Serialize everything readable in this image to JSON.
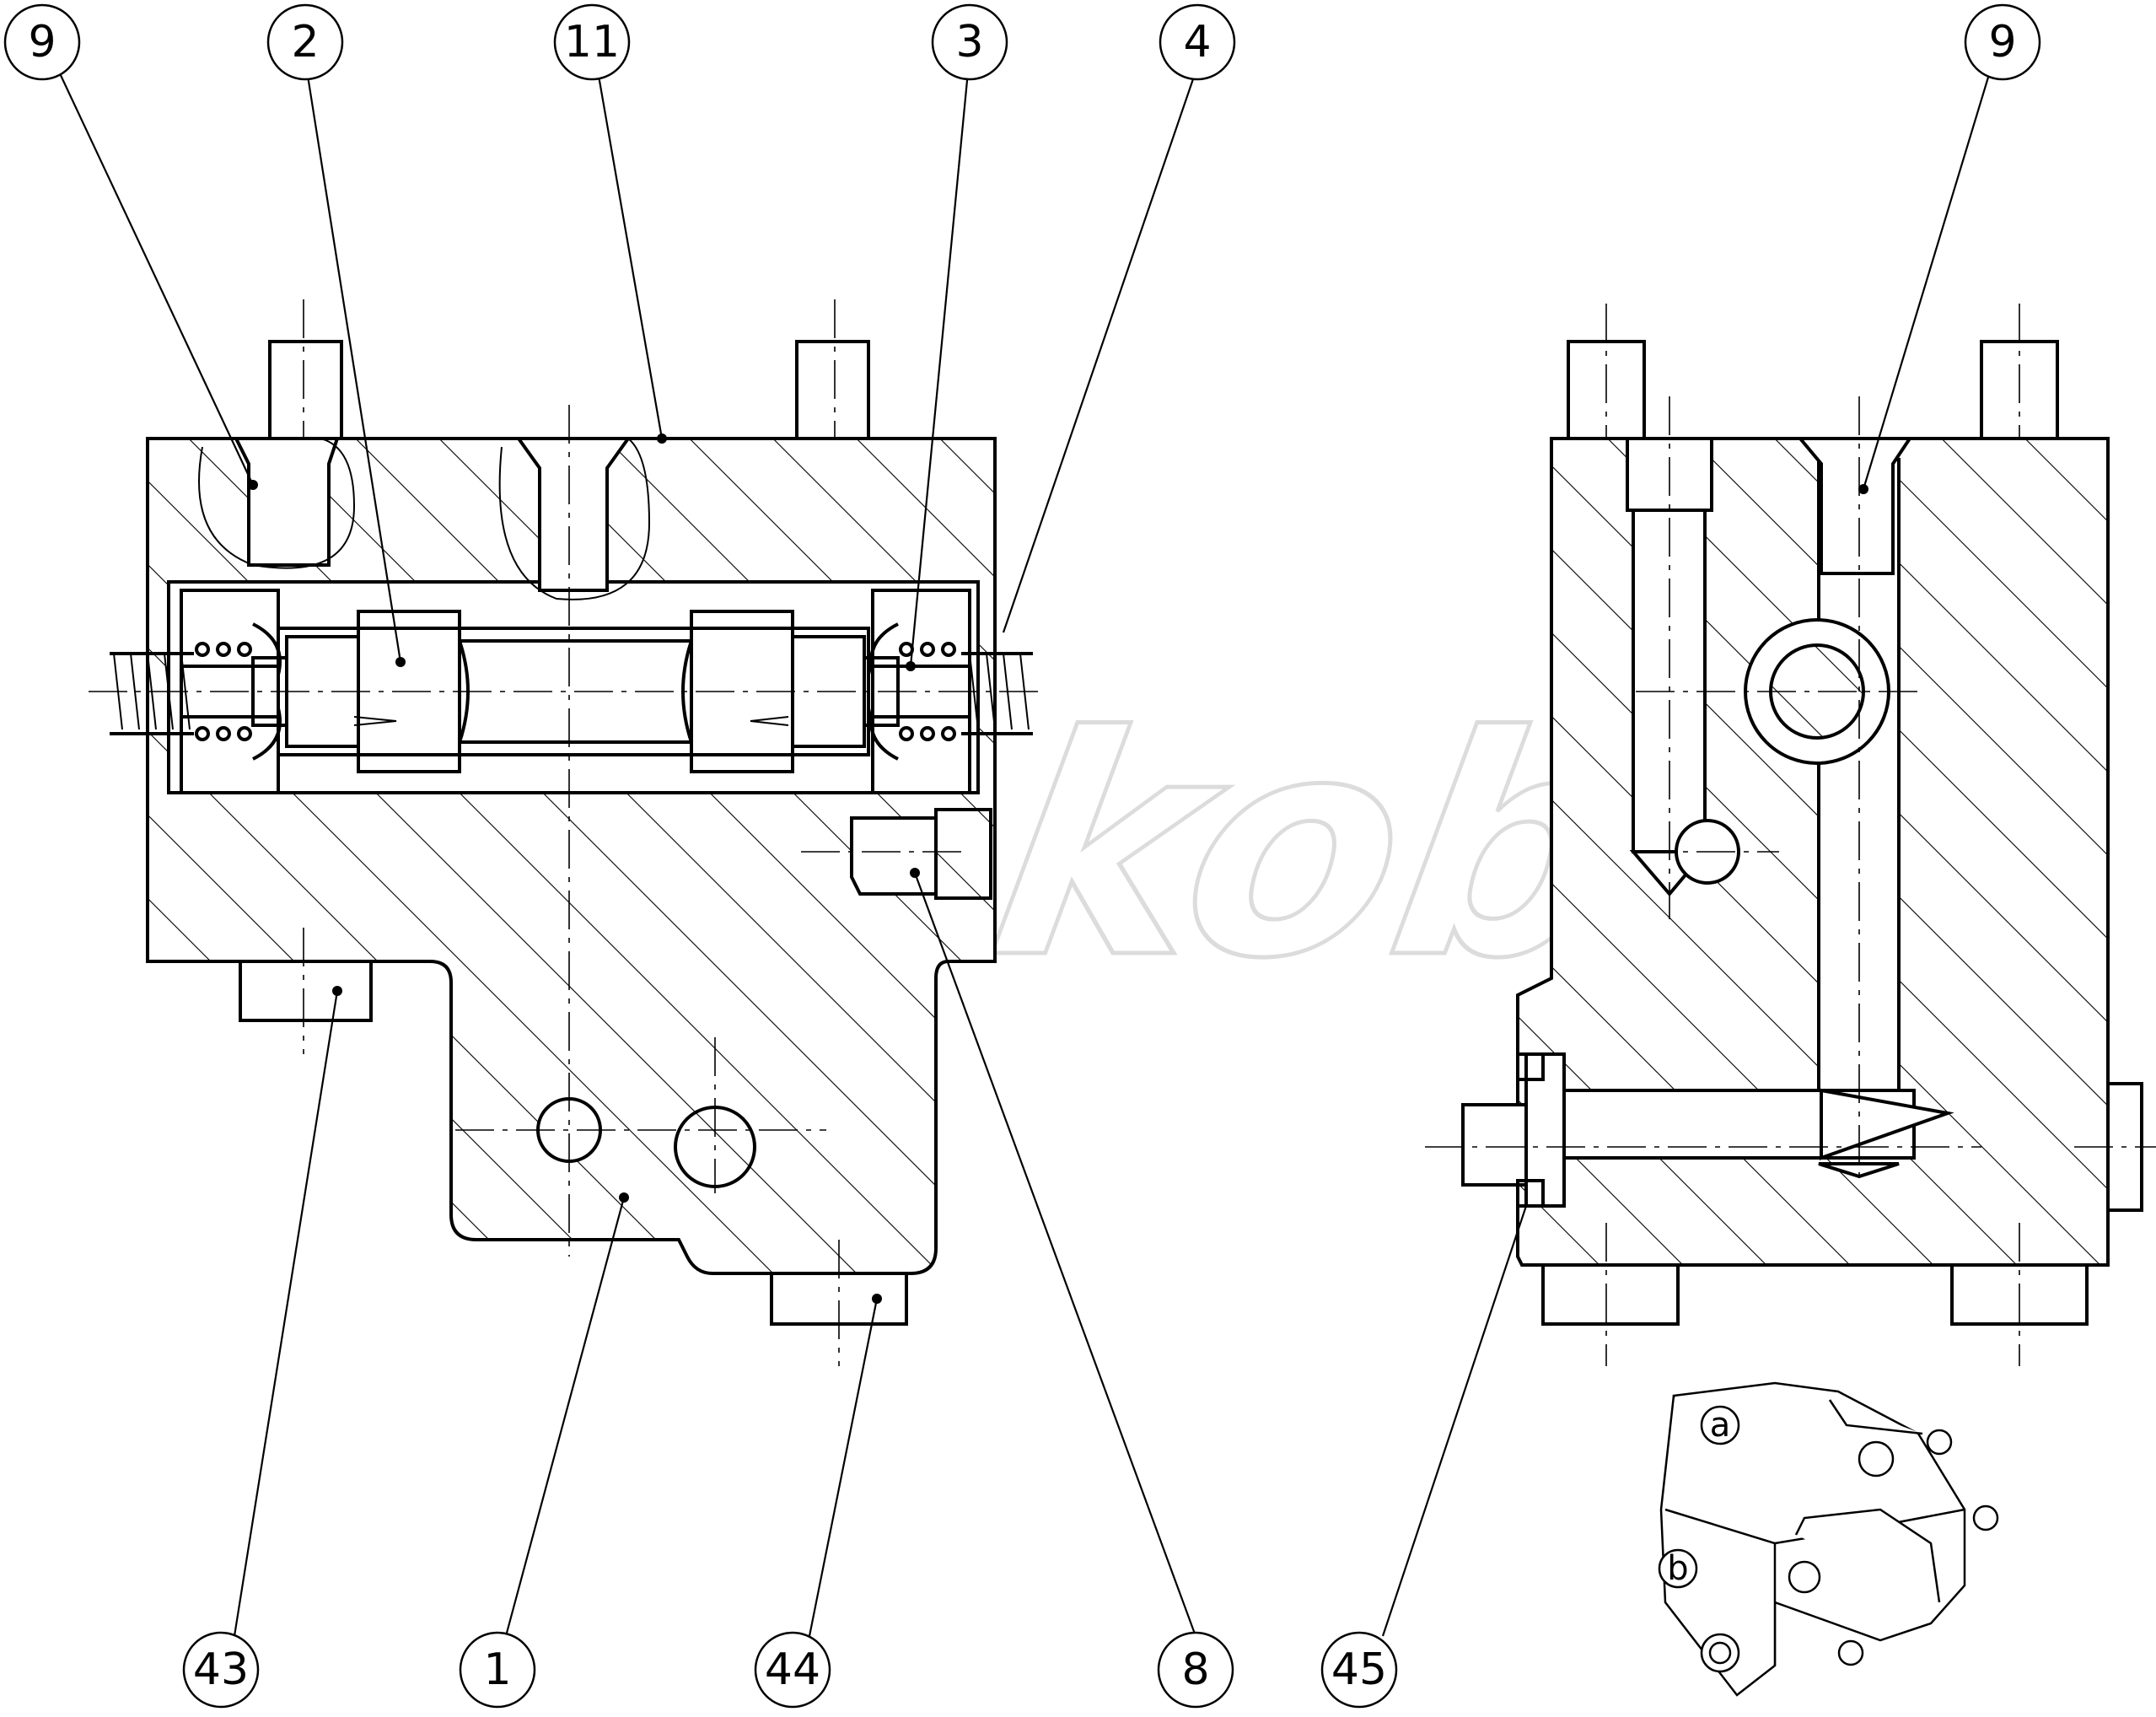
{
  "watermark": "Wibakob",
  "item_labels": {
    "left_view": [
      {
        "number": "9",
        "name": "callout-9-left"
      },
      {
        "number": "2",
        "name": "callout-2"
      },
      {
        "number": "11",
        "name": "callout-11"
      },
      {
        "number": "3",
        "name": "callout-3"
      },
      {
        "number": "4",
        "name": "callout-4"
      },
      {
        "number": "43",
        "name": "callout-43"
      },
      {
        "number": "1",
        "name": "callout-1"
      },
      {
        "number": "44",
        "name": "callout-44"
      },
      {
        "number": "8",
        "name": "callout-8"
      }
    ],
    "right_view": [
      {
        "number": "9",
        "name": "callout-9-right"
      },
      {
        "number": "45",
        "name": "callout-45"
      }
    ]
  },
  "iso_view": {
    "face_label_a": "a",
    "face_label_b": "b"
  }
}
